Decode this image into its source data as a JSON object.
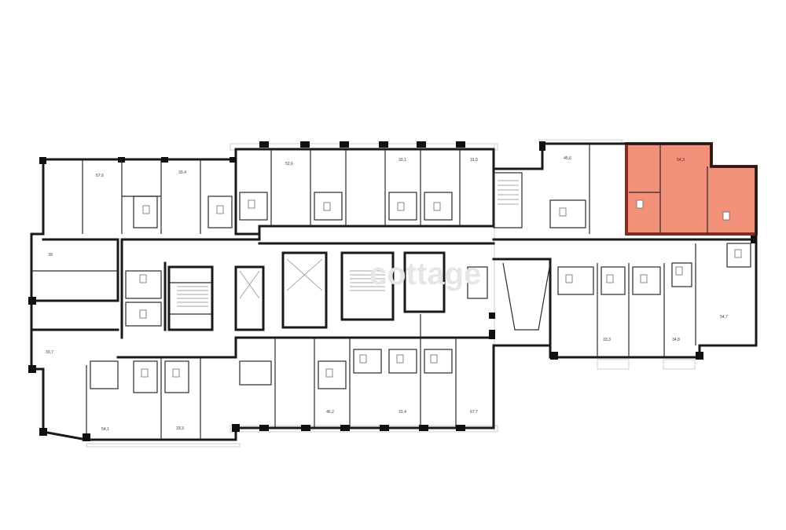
{
  "plan": {
    "highlight_color": "#f2907a",
    "highlight_border": "#8a2a1c",
    "watermark": "cottage",
    "apartments": [
      {
        "id": "apt-1",
        "area": "57,6"
      },
      {
        "id": "apt-2",
        "area": "33,4"
      },
      {
        "id": "apt-3",
        "area": "52,6"
      },
      {
        "id": "apt-4",
        "area": "33,1"
      },
      {
        "id": "apt-5",
        "area": "31,5"
      },
      {
        "id": "apt-6",
        "area": "45,6"
      },
      {
        "id": "apt-7",
        "area": "54,3",
        "highlighted": true
      },
      {
        "id": "apt-8",
        "area": "39"
      },
      {
        "id": "apt-9",
        "area": "33,7"
      },
      {
        "id": "apt-10",
        "area": "54,1"
      },
      {
        "id": "apt-11",
        "area": "33,3"
      },
      {
        "id": "apt-12",
        "area": "46,2"
      },
      {
        "id": "apt-13",
        "area": "31,4"
      },
      {
        "id": "apt-14",
        "area": "67,7"
      },
      {
        "id": "apt-15",
        "area": "33,3"
      },
      {
        "id": "apt-16",
        "area": "34,8"
      },
      {
        "id": "apt-17",
        "area": "54,7"
      }
    ]
  }
}
